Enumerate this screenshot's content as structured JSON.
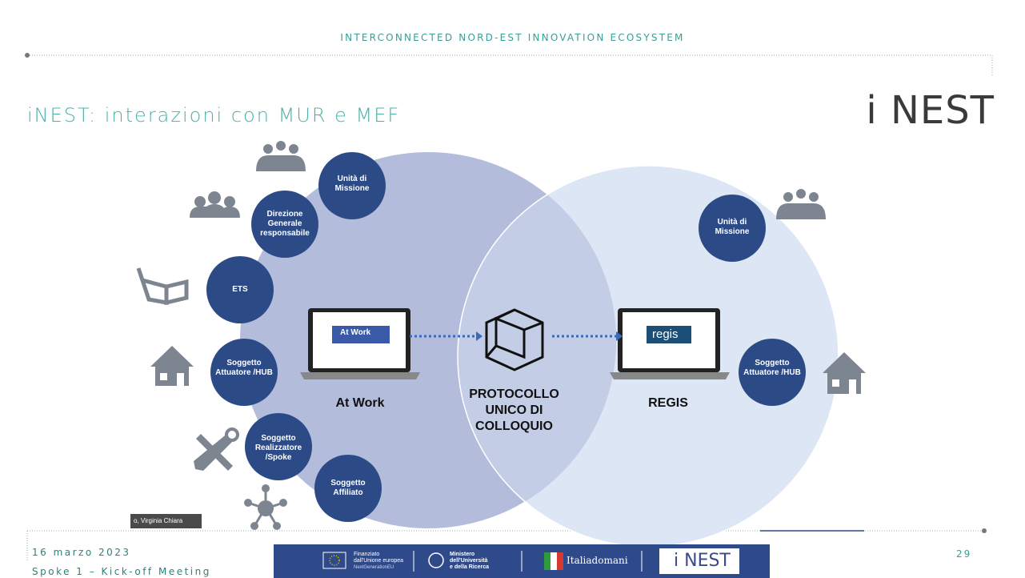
{
  "header": {
    "title": "INTERCONNECTED NORD-EST INNOVATION ECOSYSTEM"
  },
  "slide": {
    "title": "iNEST: interazioni con MUR e MEF",
    "logo": "i NEST"
  },
  "left_nodes": [
    {
      "label": "Unità di Missione",
      "icon": "people-group-icon"
    },
    {
      "label": "Direzione Generale responsabile",
      "icon": "people-icon"
    },
    {
      "label": "ETS",
      "icon": "3d-glasses-icon"
    },
    {
      "label": "Soggetto Attuatore /HUB",
      "icon": "house-icon"
    },
    {
      "label": "Soggetto Realizzatore /Spoke",
      "icon": "tools-icon"
    },
    {
      "label": "Soggetto Affiliato",
      "icon": "network-icon"
    }
  ],
  "right_nodes": [
    {
      "label": "Unità di Missione",
      "icon": "people-group-icon"
    },
    {
      "label": "Soggetto Attuatore /HUB",
      "icon": "house-icon"
    }
  ],
  "center": {
    "left_label": "At Work",
    "left_screen": "At Work",
    "middle_label": "PROTOCOLLO UNICO DI COLLOQUIO",
    "right_label": "REGIS",
    "right_screen": "regis"
  },
  "caption": "o, Virginia Chiara",
  "footer": {
    "date": "16 marzo 2023",
    "subtitle": "Spoke 1 – Kick-off Meeting",
    "page": "29",
    "eu_text1": "Finanziato",
    "eu_text2": "dall'Unione europea",
    "eu_text3": "NextGenerationEU",
    "mur_text1": "Ministero",
    "mur_text2": "dell'Università",
    "mur_text3": "e della Ricerca",
    "italia": "Italiadomani",
    "inest": "i NEST"
  },
  "colors": {
    "teal": "#4cb0a8",
    "node_blue": "#2b4a86",
    "left_circle": "#b4bcdc",
    "right_circle": "#dce6f4",
    "overlap": "#c3cde6"
  }
}
